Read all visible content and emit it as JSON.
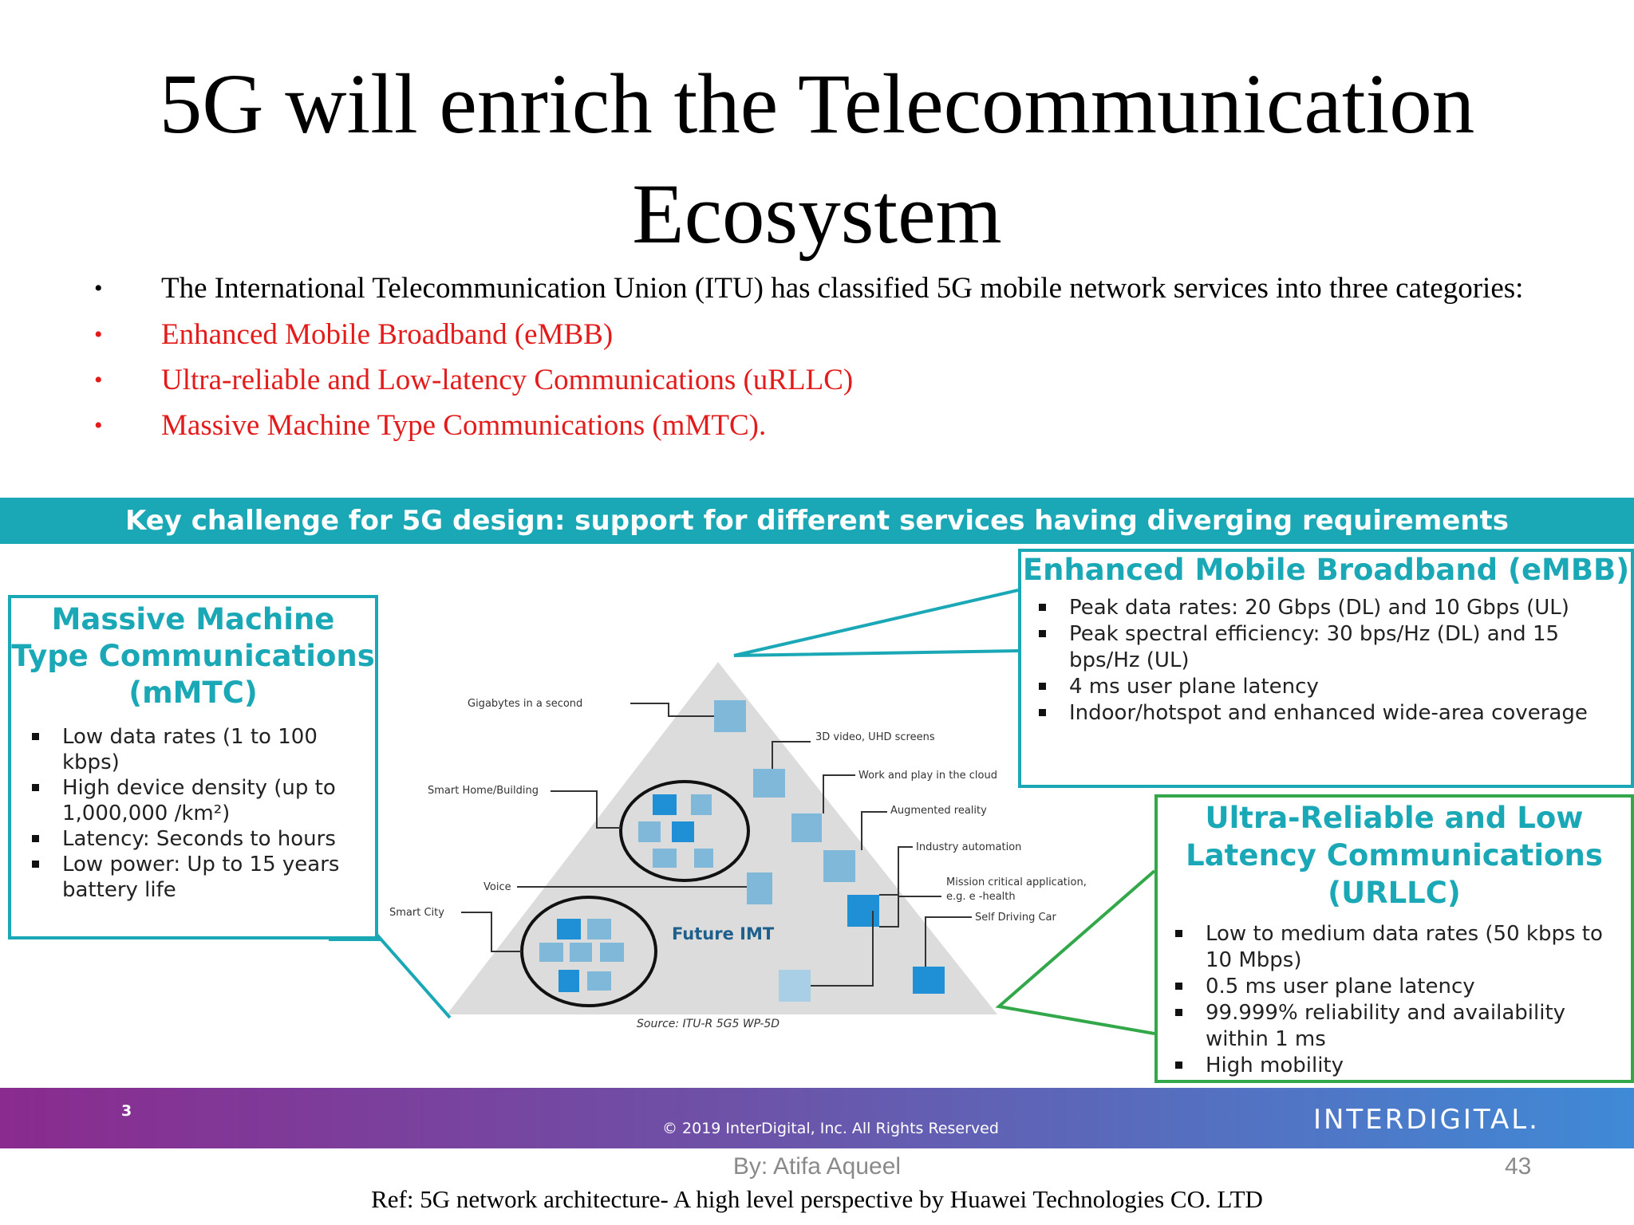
{
  "title": "5G will enrich the Telecommunication Ecosystem",
  "bullets": [
    {
      "text": "The International Telecommunication Union (ITU) has classified 5G mobile network services into three categories:"
    },
    {
      "text": "Enhanced Mobile Broadband (eMBB)"
    },
    {
      "text": "Ultra-reliable and Low-latency Communications (uRLLC)"
    },
    {
      "text": "Massive Machine Type Communications (mMTC)."
    }
  ],
  "bullet_symbol": "•",
  "colors": {
    "red": "#e31b1b",
    "teal": "#1aa8b6",
    "green": "#33a84a"
  },
  "figure": {
    "banner": "Key challenge for 5G design: support for different services having diverging requirements",
    "mmtc": {
      "title": "Massive Machine Type Communications (mMTC)",
      "items": [
        "Low data rates (1 to 100 kbps)",
        "High device density (up to 1,000,000 /km²)",
        "Latency: Seconds to hours",
        "Low power: Up to 15 years battery life"
      ]
    },
    "embb": {
      "title": "Enhanced Mobile Broadband (eMBB)",
      "items": [
        "Peak data rates: 20 Gbps (DL) and 10 Gbps (UL)",
        "Peak spectral efficiency: 30 bps/Hz (DL) and 15 bps/Hz (UL)",
        "4 ms user plane latency",
        "Indoor/hotspot and enhanced wide-area coverage"
      ]
    },
    "urllc": {
      "title": "Ultra-Reliable and Low Latency Communications (URLLC)",
      "items": [
        "Low to medium data rates (50 kbps to 10 Mbps)",
        "0.5 ms user plane latency",
        "99.999% reliability and availability within 1 ms",
        "High mobility"
      ]
    },
    "pyramid": {
      "center_label": "Future IMT",
      "source": "Source: ITU-R 5G5 WP-5D",
      "labels": {
        "gigabytes": "Gigabytes in a second",
        "video": "3D video, UHD screens",
        "cloud": "Work and play in the cloud",
        "ar": "Augmented reality",
        "home": "Smart Home/Building",
        "industry": "Industry automation",
        "voice": "Voice",
        "mission": "Mission critical application,",
        "mission2": "e.g. e -health",
        "city": "Smart City",
        "car": "Self Driving Car"
      }
    },
    "footer": {
      "page": "3",
      "copyright": "© 2019 InterDigital, Inc. All Rights Reserved",
      "brand": "INTERDIGITAL."
    }
  },
  "author": "By: Atifa Aqueel",
  "slide_number": "43",
  "reference": "Ref: 5G network architecture- A high level perspective by Huawei Technologies CO. LTD"
}
